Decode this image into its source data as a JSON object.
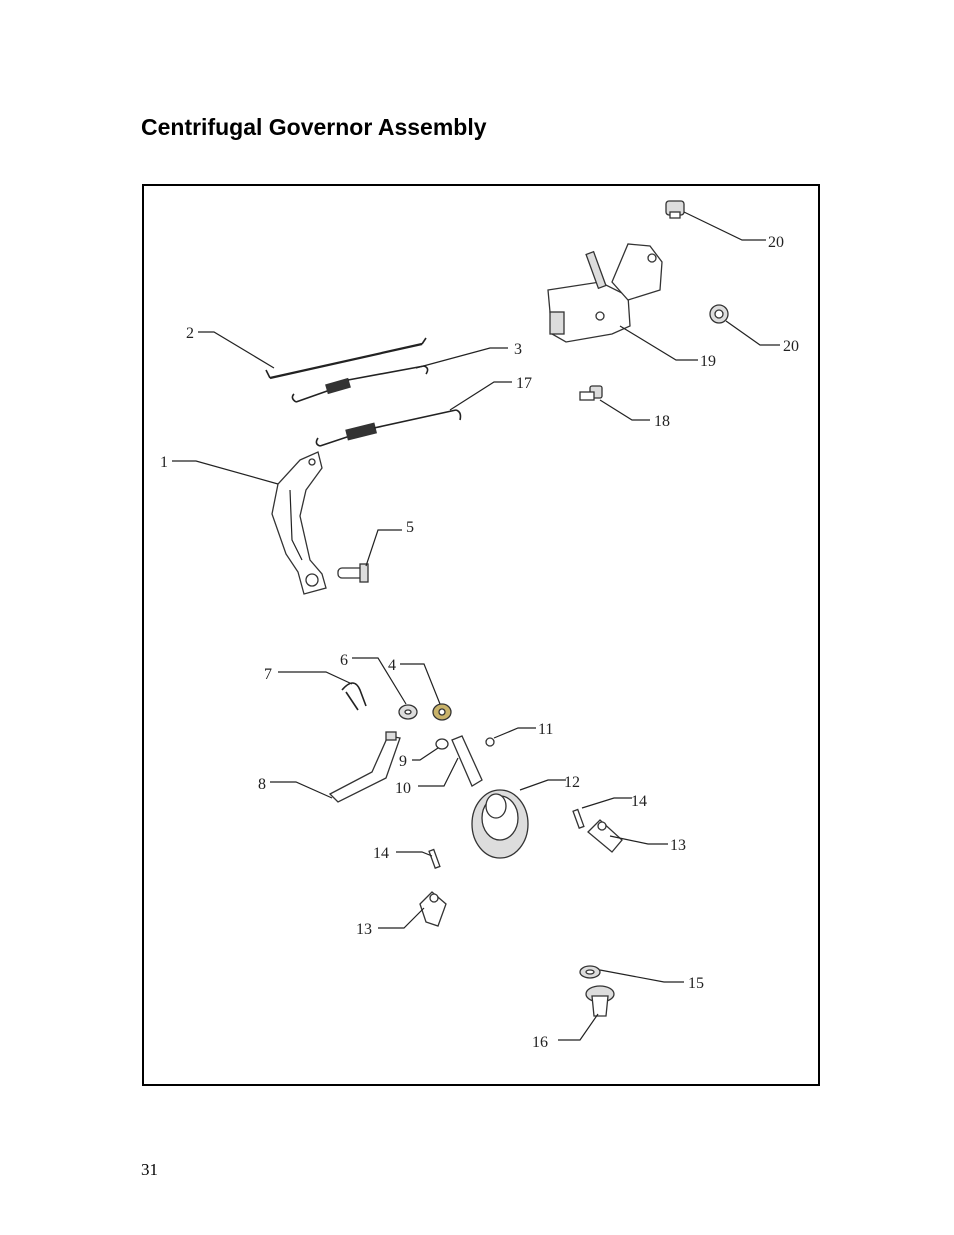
{
  "page": {
    "title": "Centrifugal Governor Assembly",
    "page_number": "31"
  },
  "callouts": {
    "c1": "1",
    "c2": "2",
    "c3": "3",
    "c4": "4",
    "c5": "5",
    "c6": "6",
    "c7": "7",
    "c8": "8",
    "c9": "9",
    "c10": "10",
    "c11": "11",
    "c12": "12",
    "c13a": "13",
    "c13b": "13",
    "c14a": "14",
    "c14b": "14",
    "c15": "15",
    "c16": "16",
    "c17": "17",
    "c18": "18",
    "c19": "19",
    "c20a": "20",
    "c20b": "20"
  }
}
